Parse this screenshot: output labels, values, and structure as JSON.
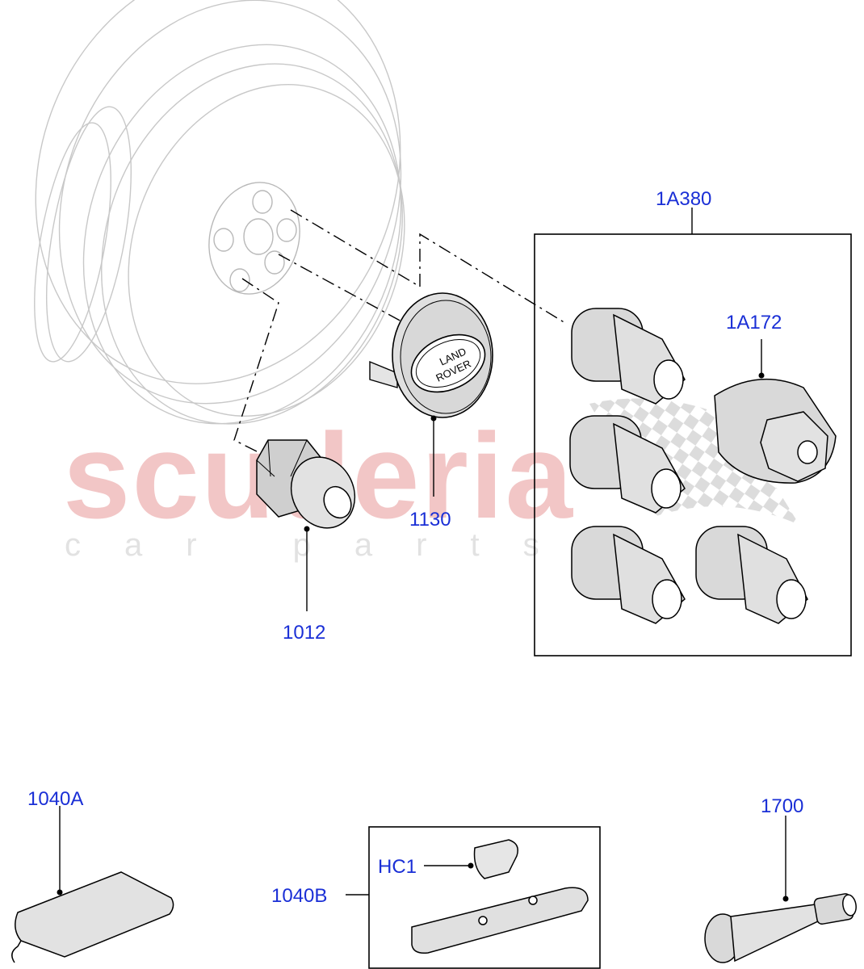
{
  "watermark": {
    "brand": "scuderia",
    "tagline": "car parts"
  },
  "logo": {
    "line1": "LAND",
    "line2": "ROVER"
  },
  "callouts": [
    {
      "id": "1A380",
      "label": "1A380"
    },
    {
      "id": "1A172",
      "label": "1A172"
    },
    {
      "id": "1130",
      "label": "1130"
    },
    {
      "id": "1012",
      "label": "1012"
    },
    {
      "id": "1040A",
      "label": "1040A"
    },
    {
      "id": "HC1",
      "label": "HC1"
    },
    {
      "id": "1040B",
      "label": "1040B"
    },
    {
      "id": "1700",
      "label": "1700"
    }
  ],
  "colors": {
    "label": "#1a2fd6",
    "line": "#000000",
    "faint": "#c8c8c8",
    "watermark": "#f2c6c6"
  }
}
